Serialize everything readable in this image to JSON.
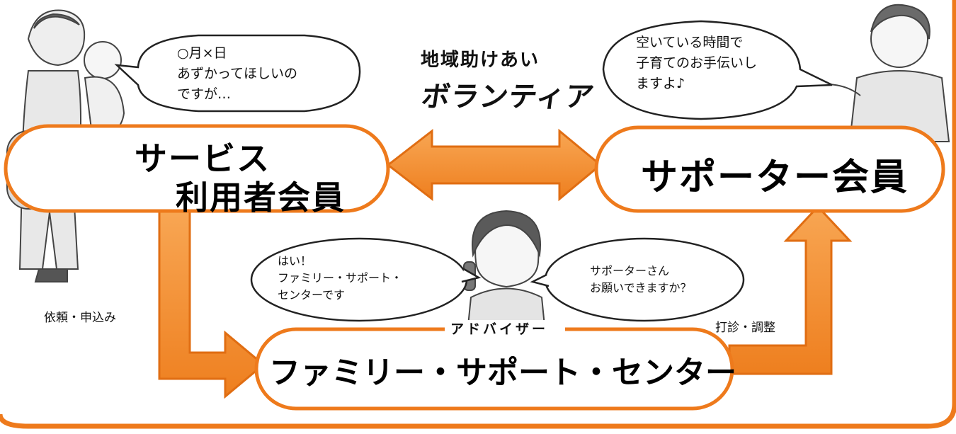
{
  "header": {
    "volunteer_line1": "地域助けあい",
    "volunteer_line2": "ボランティア"
  },
  "nodes": {
    "service_user": {
      "line1": "サービス",
      "line2": "利用者会員"
    },
    "supporter": {
      "label": "サポーター会員"
    },
    "center": {
      "label": "ファミリー・サポート・センター",
      "advisor_label": "アドバイザー"
    }
  },
  "bubbles": {
    "mother": "○月×日\nあずかってほしいの\nですが…",
    "supporter": "空いている時間で\n子育てのお手伝いし\nますよ♪",
    "center_reply": "はい！\nファミリー・サポート・\nセンターです",
    "advisor_ask": "サポーターさん\nお願いできますか？"
  },
  "flow_labels": {
    "request": "依頼・申込み",
    "coordinate": "打診・調整"
  },
  "colors": {
    "orange": "#f08a2c",
    "orange_light": "#f6a04a",
    "outline": "#e06d12"
  }
}
